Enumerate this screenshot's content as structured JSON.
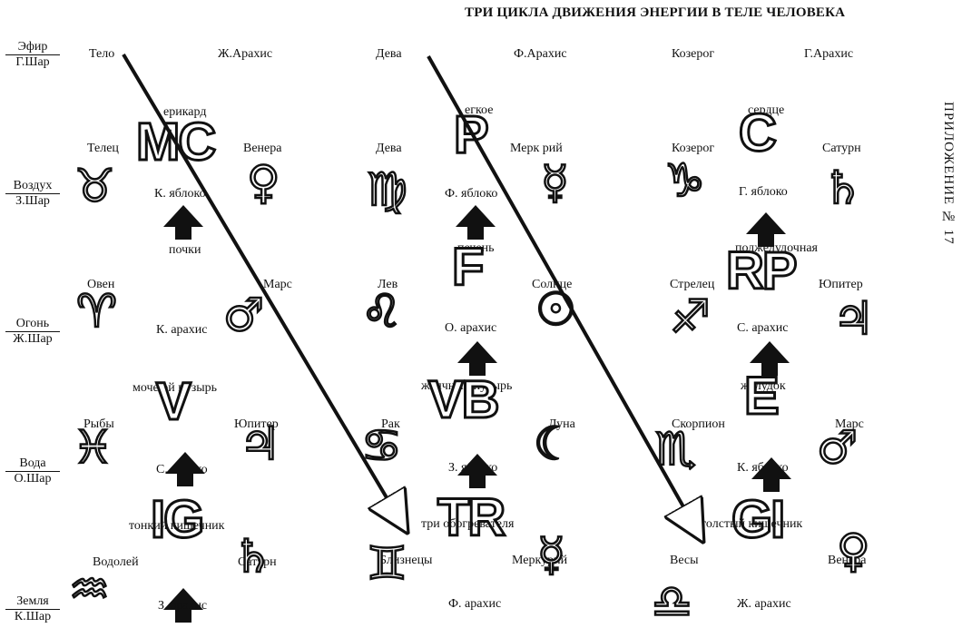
{
  "title": "ТРИ ЦИКЛА ДВИЖЕНИЯ ЭНЕРГИИ В ТЕЛЕ ЧЕЛОВЕКА",
  "side_label": "ПРИЛОЖЕНИЕ № 17",
  "rows": [
    {
      "top": "Эфир",
      "bottom": "Г.Шар"
    },
    {
      "top": "Воздух",
      "bottom": "З.Шар"
    },
    {
      "top": "Огонь",
      "bottom": "Ж.Шар"
    },
    {
      "top": "Вода",
      "bottom": "О.Шар"
    },
    {
      "top": "Земля",
      "bottom": "К.Шар"
    }
  ],
  "labels": {
    "telo": "Тело",
    "zh_arakhis_top": "Ж.Арахис",
    "deva_top": "Дева",
    "f_arakhis_top": "Ф.Арахис",
    "kozerog_top": "Козерог",
    "g_arakhis_top": "Г.Арахис",
    "perikard": "ерикард",
    "legkoe": "егкое",
    "serdtse": "сердце",
    "telets": "Телец",
    "venera_1": "Венера",
    "deva": "Дева",
    "merkuriy_1": "Мерк рий",
    "kozerog": "Козерог",
    "saturn_1": "Сатурн",
    "k_yabloko": "К. яблоко",
    "f_yabloko": "Ф. яблоко",
    "g_yabloko": "Г. яблоко",
    "pochki": "почки",
    "pechen": "печень",
    "podzheludochnaya": "поджелудочная",
    "oven": "Овен",
    "mars_1": "Марс",
    "lev": "Лев",
    "solntse": "Солнце",
    "strelets": "Стрелец",
    "yupiter_1": "Юпитер",
    "k_arakhis": "К. арахис",
    "o_arakhis": "О. арахис",
    "s_arakhis": "С. арахис",
    "mochevoy": "моче ой пузырь",
    "zhelchny": "желчный пузырь",
    "zheludok": "желудок",
    "ryby": "Рыбы",
    "yupiter_2": "Юпитер",
    "rak": "Рак",
    "luna": "Луна",
    "skorpion": "Скорпион",
    "mars_2": "Марс",
    "s_yabloko": "С. яблоко",
    "z_yabloko": "З. яблоко",
    "k_yabloko_2": "К. яблоко",
    "tonkiy": "тонкий кишечник",
    "tri_obogrevatelya": "три обогревателя",
    "tolstiy": "толстый кишечник",
    "vodoley": "Водолей",
    "saturn_2": "Сатурн",
    "bliznetsy": "Близнецы",
    "merkuriy_2": "Меркурий",
    "vesy": "Весы",
    "venera_2": "Венера",
    "z_arakhis": "З. арахис",
    "f_arakhis": "Ф. арахис",
    "zh_arakhis": "Ж. арахис"
  },
  "organ_codes": {
    "mc": "MC",
    "p": "P",
    "c": "C",
    "f": "F",
    "rp": "RP",
    "v": "V",
    "vb": "VB",
    "e": "E",
    "ig": "IG",
    "tr": "TR",
    "gi": "GI"
  },
  "symbols": {
    "taurus": "♉",
    "venus": "♀",
    "virgo": "♍",
    "mercury": "☿",
    "capricorn": "♑",
    "saturn": "♄",
    "aries": "♈",
    "mars": "♂",
    "leo": "♌",
    "sun": "☉",
    "sagittarius": "♐",
    "jupiter": "♃",
    "pisces": "♓",
    "cancer": "♋",
    "moon": "☾",
    "scorpio": "♏",
    "aquarius": "♒",
    "gemini": "♊",
    "libra": "♎"
  }
}
